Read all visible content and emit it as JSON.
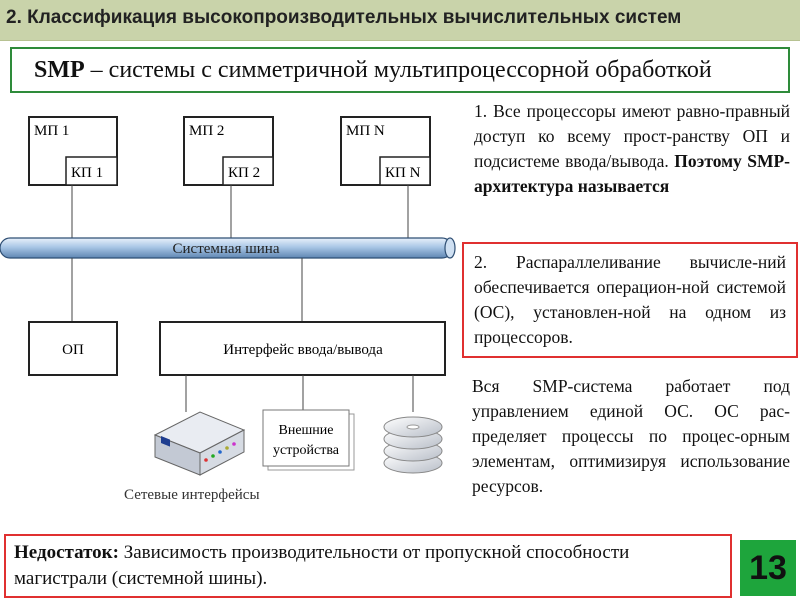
{
  "header": {
    "title": "2. Классификация высокопроизводительных вычислительных систем"
  },
  "subtitle": {
    "abbr": "SMP",
    "dash": " – ",
    "text": "системы с симметричной мультипроцессорной обработкой"
  },
  "diagram": {
    "processors": [
      {
        "mp": "МП 1",
        "kp": "КП 1"
      },
      {
        "mp": "МП 2",
        "kp": "КП 2"
      },
      {
        "mp": "МП N",
        "kp": "КП N"
      }
    ],
    "bus_label": "Системная шина",
    "memory_label": "ОП",
    "io_label": "Интерфейс ввода/вывода",
    "external_devices": [
      "Внешние",
      "устройства"
    ],
    "network_label": "Сетевые интерфейсы"
  },
  "paragraphs": {
    "p1_plain": "1. Все процессоры имеют равно-правный доступ ко всему прост-ранству ОП и подсистеме ввода/вывода. ",
    "p1_bold": "Поэтому SMP-архитектура называется",
    "p2": "2. Распараллеливание вычисле-ний обеспечивается операцион-ной системой (ОС), установлен-ной на одном    из процессоров.",
    "p3": "Вся   SMP-система работает под управлением единой ОС. ОС рас-пределяет процессы по процес-орным элементам, оптимизируя использование ресурсов."
  },
  "footer": {
    "label": "Недостаток:",
    "text": " Зависимость производительности от пропускной способности магистрали (системной шины)."
  },
  "page_number": "13",
  "colors": {
    "header_bg": "#c9d3aa",
    "green_border": "#2e8b3a",
    "red_border": "#e03030",
    "page_badge": "#1ea53c",
    "bus": "#a9c7e6"
  }
}
